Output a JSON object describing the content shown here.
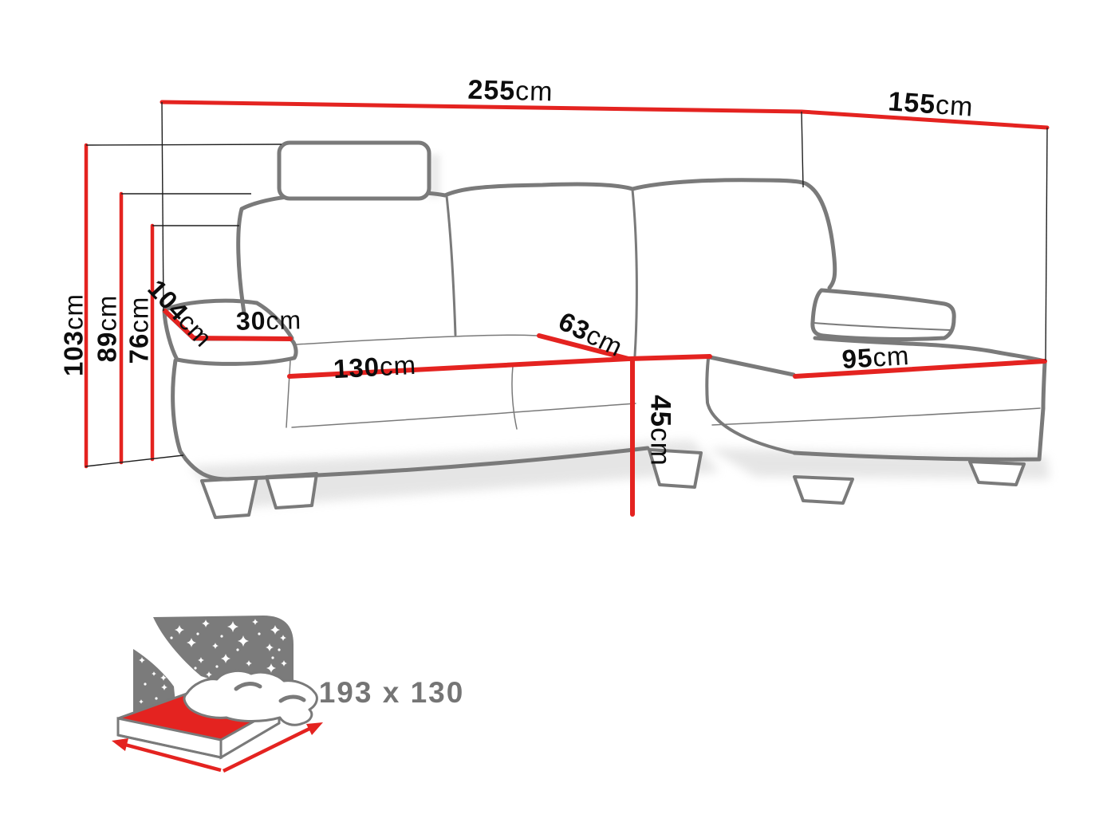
{
  "diagram": {
    "title": "corner-sofa-dimension-diagram",
    "dimensions": {
      "total_width": {
        "value": "255",
        "unit": "cm"
      },
      "chaise_depth": {
        "value": "155",
        "unit": "cm"
      },
      "total_height": {
        "value": "103",
        "unit": "cm"
      },
      "back_height": {
        "value": "89",
        "unit": "cm"
      },
      "armrest_height": {
        "value": "76",
        "unit": "cm"
      },
      "armrest_depth": {
        "value": "104",
        "unit": "cm"
      },
      "armrest_width": {
        "value": "30",
        "unit": "cm"
      },
      "seat_width": {
        "value": "130",
        "unit": "cm"
      },
      "corner_width": {
        "value": "63",
        "unit": "cm"
      },
      "seat_height": {
        "value": "45",
        "unit": "cm"
      },
      "chaise_width": {
        "value": "95",
        "unit": "cm"
      }
    },
    "sleeping_area": {
      "label": "193 x 130",
      "icon": "sleeping-bed-icon"
    },
    "colors": {
      "dimension_line": "#e42320",
      "sofa_outline": "#7a7a7a",
      "construction_line": "#1f1f1f",
      "sleeping_text": "#757575"
    }
  }
}
